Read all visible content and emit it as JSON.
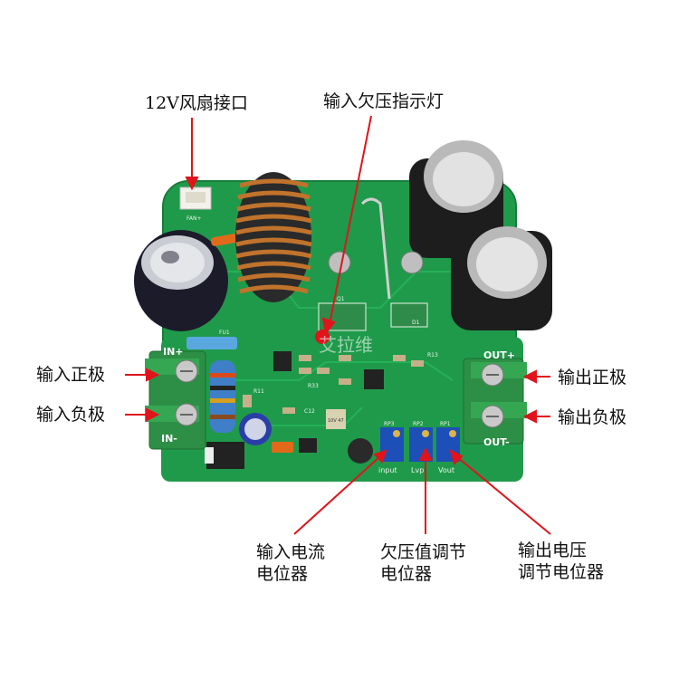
{
  "labels": {
    "fan": "12V风扇接口",
    "uvlo_led": "输入欠压指示灯",
    "in_pos": "输入正极",
    "in_neg": "输入负极",
    "out_pos": "输出正极",
    "out_neg": "输出负极",
    "input_current_pot": [
      "输入电流",
      "电位器"
    ],
    "uvlo_pot": [
      "欠压值调节",
      "电位器"
    ],
    "output_voltage_pot": [
      "输出电压",
      "调节电位器"
    ]
  },
  "silkscreen": {
    "in_plus": "IN+",
    "in_minus": "IN-",
    "out_plus": "OUT+",
    "out_minus": "OUT-",
    "fan_mark": "FAN+",
    "pot_input": "input",
    "pot_lvp": "Lvp",
    "pot_vout": "Vout",
    "rp3": "RP3",
    "rp2": "RP2",
    "rp1": "RP1",
    "cap_label": "10V 47",
    "fuse": "FU1",
    "q1": "Q1",
    "d1": "D1",
    "r13": "R13",
    "r11": "R11",
    "c12": "C12",
    "r33": "R33"
  },
  "watermark": "艾拉维",
  "colors": {
    "pcb": "#1f9a4a",
    "pcb_dark": "#15753a",
    "arrow": "#e0141b",
    "terminal": "#2c8f45",
    "copper": "#b86a2a",
    "pot_blue": "#1d4fb8"
  }
}
